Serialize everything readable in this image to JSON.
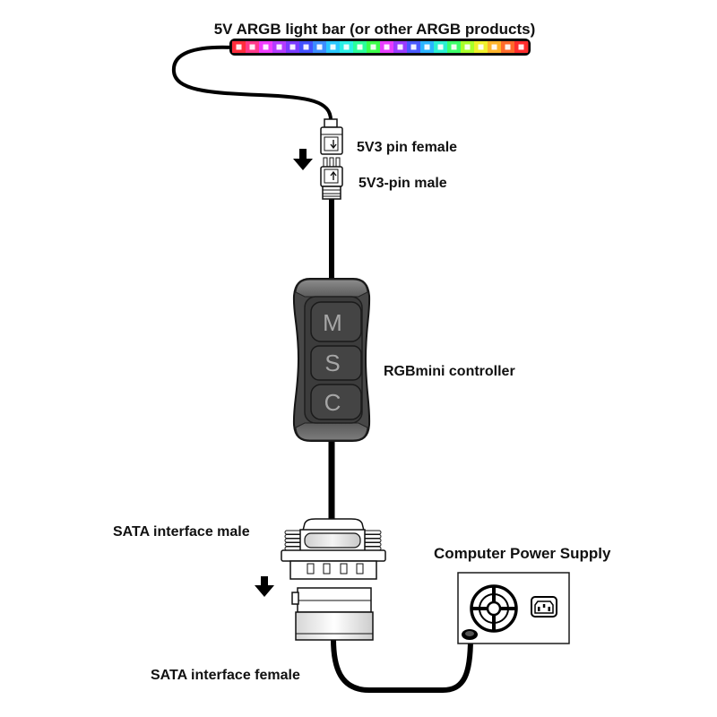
{
  "title": "5V ARGB light bar (or other ARGB products)",
  "labels": {
    "female_3pin": "5V3 pin female",
    "male_3pin": "5V3-pin male",
    "controller": "RGBmini controller",
    "sata_male": "SATA interface male",
    "sata_female": "SATA interface female",
    "power_supply": "Computer Power Supply"
  },
  "controller_buttons": [
    "M",
    "S",
    "C"
  ],
  "light_bar": {
    "led_colors": [
      "#ff2d3c",
      "#ff3a8a",
      "#f03cff",
      "#b43cff",
      "#7a3cff",
      "#4250ff",
      "#3c8cff",
      "#2ac8ff",
      "#2af0e6",
      "#2aff9a",
      "#3cff4a",
      "#e83cff",
      "#9a3cff",
      "#4a5aff",
      "#2ab4ff",
      "#2af0d2",
      "#3cff6a",
      "#a8ff2a",
      "#f0f02a",
      "#ffb42a",
      "#ff6a2a",
      "#ff2d2d"
    ]
  }
}
